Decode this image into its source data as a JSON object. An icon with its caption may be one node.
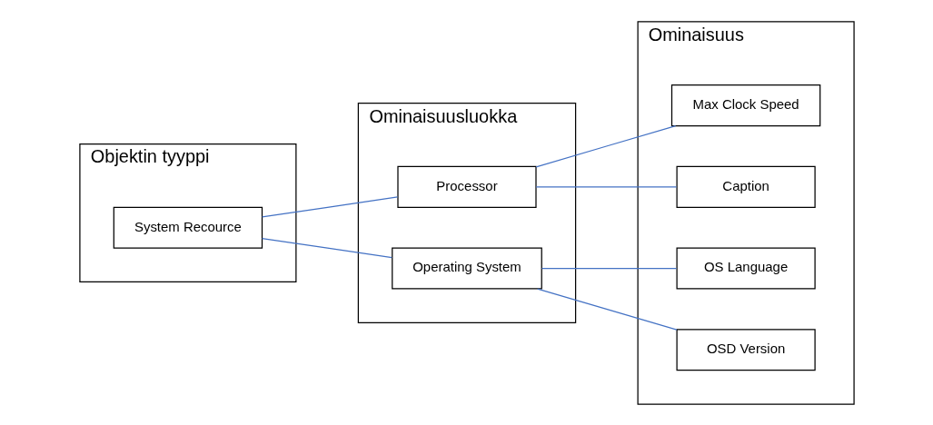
{
  "diagram": {
    "nodes": [
      {
        "text": [
          "Objektin tyyppi"
        ]
      },
      {
        "text": [
          "System Recource"
        ],
        "in": 0
      },
      {
        "text": [
          "Ominaisuusluokka"
        ]
      },
      {
        "text": [
          "Processor"
        ],
        "in": 2
      },
      {
        "text": [
          "Operating System"
        ],
        "in": 2
      },
      {
        "text": [
          "Ominaisuus"
        ]
      },
      {
        "text": [
          "Max Clock Speed"
        ],
        "in": 5
      },
      {
        "text": [
          "Caption"
        ],
        "in": 5
      },
      {
        "text": [
          "OS Language"
        ],
        "in": 5
      },
      {
        "text": [
          "OSD Version"
        ],
        "in": 5
      }
    ],
    "edges": [
      {
        "from": 1,
        "to": 3,
        "arrow": "none"
      },
      {
        "from": 1,
        "to": 4,
        "arrow": "none"
      },
      {
        "from": 3,
        "to": 6,
        "arrow": "none"
      },
      {
        "from": 3,
        "to": 7,
        "arrow": "none"
      },
      {
        "from": 4,
        "to": 8,
        "arrow": "none"
      },
      {
        "from": 4,
        "to": 9,
        "arrow": "none"
      }
    ]
  }
}
